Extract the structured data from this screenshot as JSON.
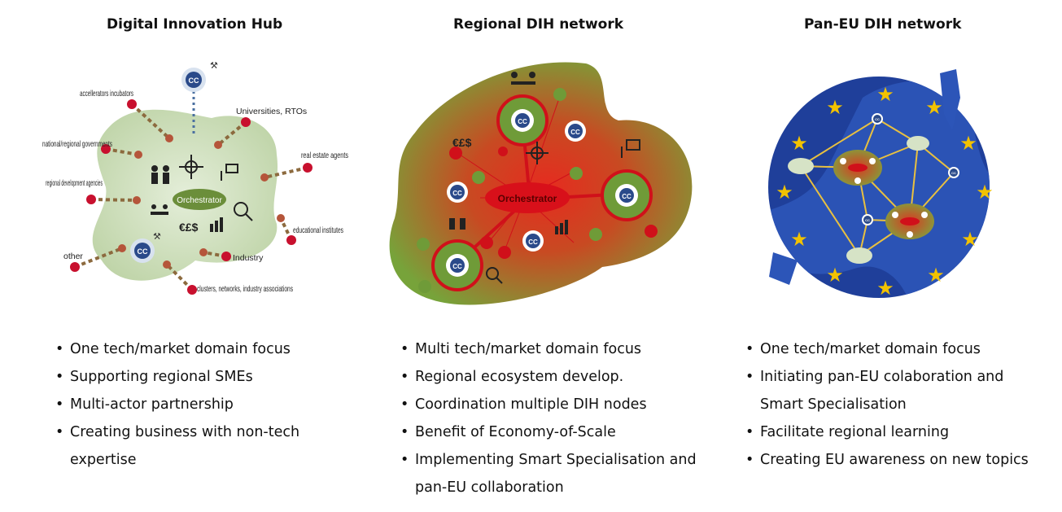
{
  "columns": [
    {
      "title": "Digital Innovation Hub",
      "bullets": [
        "One tech/market domain focus",
        "Supporting regional SMEs",
        "Multi-actor partnership",
        "Creating business with non-tech expertise"
      ],
      "center_label": "Orchestrator",
      "currency": "€£$",
      "cc": "CC",
      "actors": [
        "accellerators incubators",
        "national/regional governments",
        "regional development agencies",
        "other",
        "Universities, RTOs",
        "real estate agents",
        "educational institutes",
        "Industry",
        "clusters, networks, industry associations"
      ]
    },
    {
      "title": "Regional DIH network",
      "bullets": [
        "Multi tech/market domain focus",
        "Regional ecosystem develop.",
        "Coordination multiple DIH nodes",
        "Benefit of Economy-of-Scale",
        "Implementing Smart Specialisation and pan-EU collaboration"
      ],
      "center_label": "Orchestrator",
      "currency": "€£$",
      "cc": "CC"
    },
    {
      "title": "Pan-EU DIH network",
      "bullets": [
        "One tech/market domain focus",
        "Initiating pan-EU colaboration and Smart Specialisation",
        "Facilitate regional learning",
        "Creating EU awareness on new topics"
      ],
      "cc": "CC"
    }
  ],
  "colors": {
    "blob_green": "#c9dcb6",
    "node_red": "#c8102e",
    "orchestrator_green": "#6b8e3a",
    "eu_blue": "#1f3f9a",
    "eu_star": "#f2c200",
    "cc_blue": "#2a4a8a"
  }
}
